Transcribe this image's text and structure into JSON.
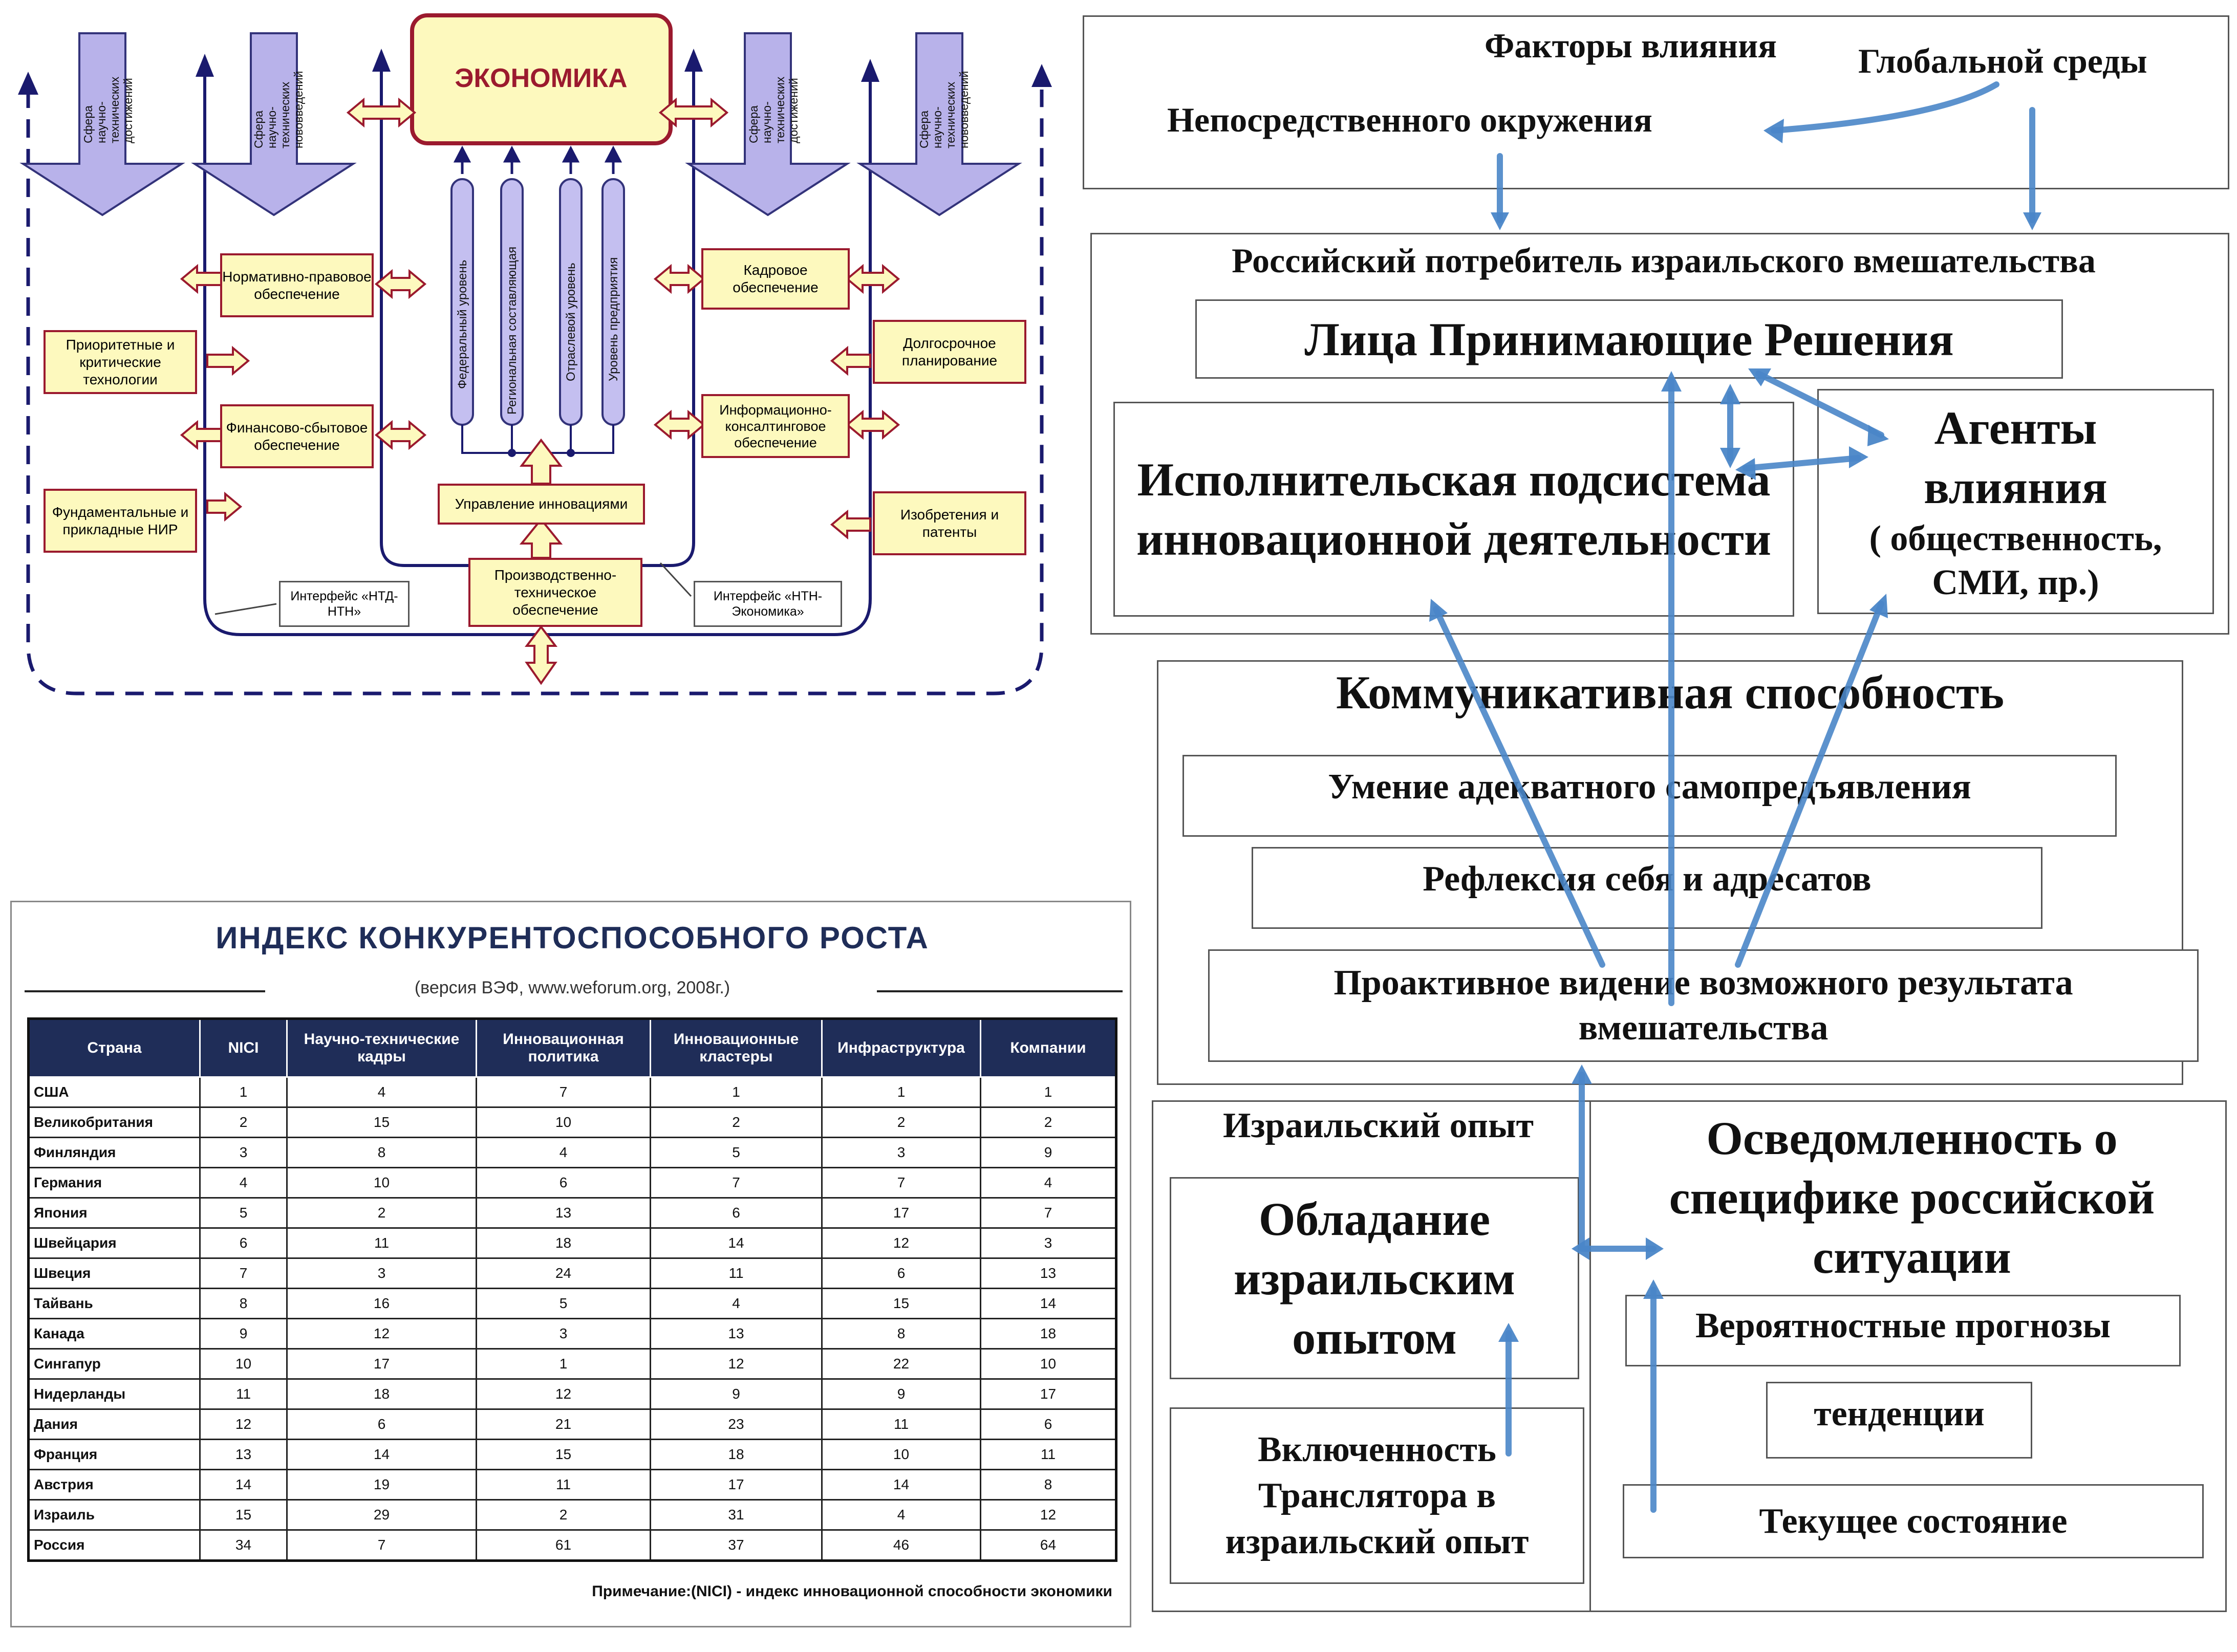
{
  "innovation_diagram": {
    "economy": "ЭКОНОМИКА",
    "sphere_achievements": "Сфера научно-технических достижений",
    "sphere_innovations": "Сфера научно-технических нововведений",
    "levels": [
      "Федеральный уровень",
      "Региональная составляющая",
      "Отраслевой уровень",
      "Уровень предприятия"
    ],
    "left_inner": [
      "Нормативно-правовое обеспечение",
      "Финансово-сбытовое обеспечение"
    ],
    "left_outer": [
      "Приоритетные и критические технологии",
      "Фундаментальные и прикладные НИР"
    ],
    "right_inner": [
      "Кадровое обеспечение",
      "Информационно-консалтинговое обеспечение"
    ],
    "right_outer": [
      "Долгосрочное планирование",
      "Изобретения и патенты"
    ],
    "management": "Управление инновациями",
    "production": "Производственно-техническое обеспечение",
    "interface_left": "Интерфейс «НТД-НТН»",
    "interface_right": "Интерфейс «НТН-Экономика»"
  },
  "index_table": {
    "title": "ИНДЕКС КОНКУРЕНТОСПОСОБНОГО РОСТА",
    "subtitle": "(версия ВЭФ, www.weforum.org, 2008г.)",
    "headers": [
      "Страна",
      "NICI",
      "Научно-технические кадры",
      "Инновационная политика",
      "Инновационные кластеры",
      "Инфраструктура",
      "Компании"
    ],
    "rows": [
      [
        "США",
        "1",
        "4",
        "7",
        "1",
        "1",
        "1"
      ],
      [
        "Великобритания",
        "2",
        "15",
        "10",
        "2",
        "2",
        "2"
      ],
      [
        "Финляндия",
        "3",
        "8",
        "4",
        "5",
        "3",
        "9"
      ],
      [
        "Германия",
        "4",
        "10",
        "6",
        "7",
        "7",
        "4"
      ],
      [
        "Япония",
        "5",
        "2",
        "13",
        "6",
        "17",
        "7"
      ],
      [
        "Швейцария",
        "6",
        "11",
        "18",
        "14",
        "12",
        "3"
      ],
      [
        "Швеция",
        "7",
        "3",
        "24",
        "11",
        "6",
        "13"
      ],
      [
        "Тайвань",
        "8",
        "16",
        "5",
        "4",
        "15",
        "14"
      ],
      [
        "Канада",
        "9",
        "12",
        "3",
        "13",
        "8",
        "18"
      ],
      [
        "Сингапур",
        "10",
        "17",
        "1",
        "12",
        "22",
        "10"
      ],
      [
        "Нидерланды",
        "11",
        "18",
        "12",
        "9",
        "9",
        "17"
      ],
      [
        "Дания",
        "12",
        "6",
        "21",
        "23",
        "11",
        "6"
      ],
      [
        "Франция",
        "13",
        "14",
        "15",
        "18",
        "10",
        "11"
      ],
      [
        "Австрия",
        "14",
        "19",
        "11",
        "17",
        "14",
        "8"
      ],
      [
        "Израиль",
        "15",
        "29",
        "2",
        "31",
        "4",
        "12"
      ],
      [
        "Россия",
        "34",
        "7",
        "61",
        "37",
        "46",
        "64"
      ]
    ],
    "note": "Примечание:(NICI) - индекс инновационной способности экономики"
  },
  "influence_diagram": {
    "factors": "Факторы влияния",
    "global": "Глобальной среды",
    "immediate": "Непосредственного окружения",
    "consumer": "Российский потребитель израильского вмешательства",
    "decision_makers": "Лица Принимающие Решения",
    "executive": "Исполнительская подсистема инновационной деятельности",
    "agents_title": "Агенты влияния",
    "agents_sub": "( общественность, СМИ, пр.)",
    "communicative": "Коммуникативная способность",
    "skill1": "Умение адекватного самопредъявления",
    "skill2": "Рефлексия себя и адресатов",
    "skill3": "Проактивное видение возможного результата вмешательства",
    "israeli_experience": "Израильский опыт",
    "possession": "Обладание израильским опытом",
    "inclusion": "Включенность Транслятора в израильский опыт",
    "awareness": "Осведомленность о специфике российской ситуации",
    "forecasts": "Вероятностные прогнозы",
    "trends": "тенденции",
    "current": "Текущее состояние"
  }
}
